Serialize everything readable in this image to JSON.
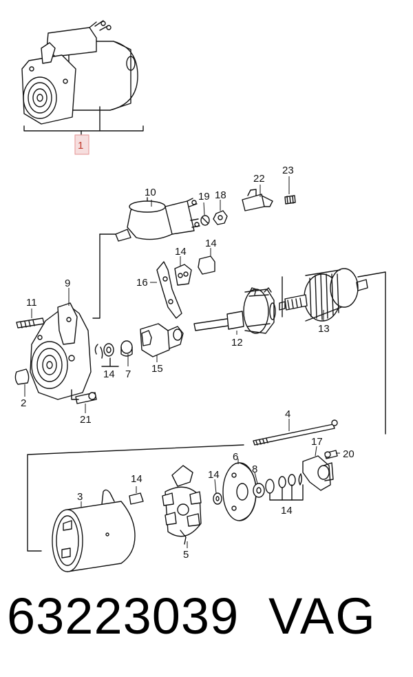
{
  "callouts": {
    "c1": "1",
    "c2": "2",
    "c3": "3",
    "c4": "4",
    "c5": "5",
    "c6": "6",
    "c7": "7",
    "c8": "8",
    "c9": "9",
    "c10": "10",
    "c11": "11",
    "c12": "12",
    "c13": "13",
    "c14a": "14",
    "c14b": "14",
    "c14c": "14",
    "c14d": "14",
    "c14e": "14",
    "c14f": "14",
    "c15": "15",
    "c16": "16",
    "c17": "17",
    "c18": "18",
    "c19": "19",
    "c20": "20",
    "c21": "21",
    "c22": "22",
    "c23": "23"
  },
  "highlight_color": "#e8a0a0",
  "footer": {
    "part_number": "63223039",
    "brand": "VAG"
  }
}
